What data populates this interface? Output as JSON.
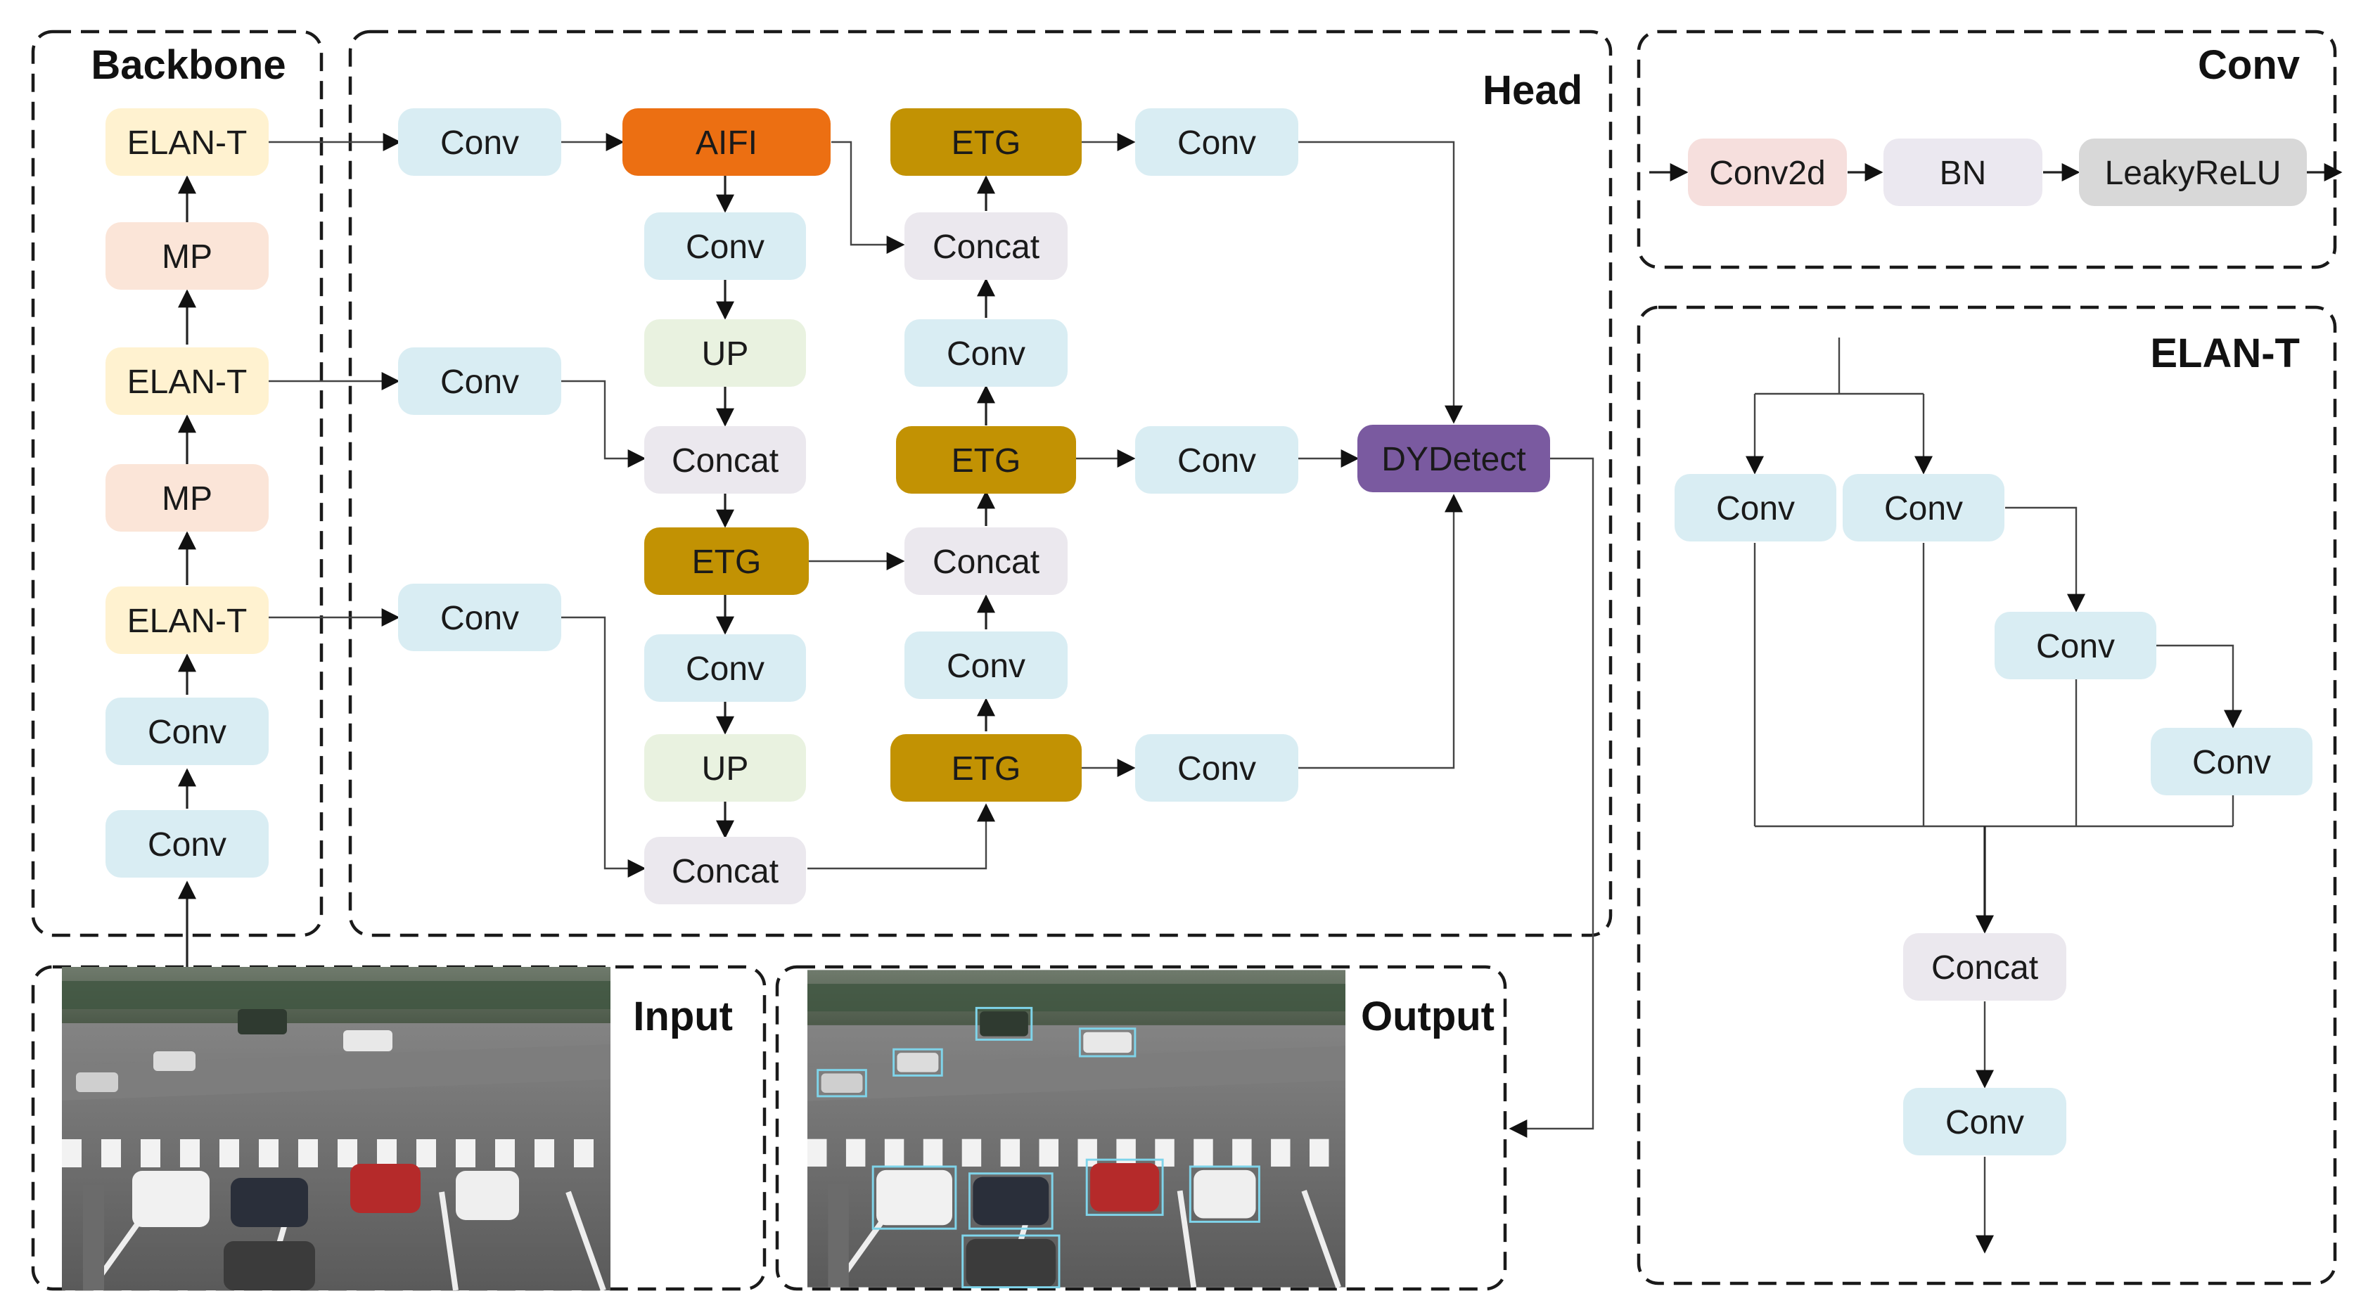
{
  "groups": {
    "backbone": "Backbone",
    "head": "Head",
    "conv": "Conv",
    "elant": "ELAN-T",
    "input": "Input",
    "output": "Output"
  },
  "colors": {
    "conv": "#d9edf3",
    "elan": "#fff2d0",
    "mp": "#fbe5d8",
    "up": "#e9f2e0",
    "concat": "#ebe8ee",
    "aifi": "#ec6f12",
    "etg": "#c29203",
    "dydetect": "#7a5aa0",
    "conv2d": "#f6dfdd",
    "bn": "#ebe8f0",
    "leakyrelu": "#d8d8d8"
  },
  "nodes": {
    "bb_elan3": "ELAN-T",
    "bb_mp2": "MP",
    "bb_elan2": "ELAN-T",
    "bb_mp1": "MP",
    "bb_elan1": "ELAN-T",
    "bb_conv2": "Conv",
    "bb_conv1": "Conv",
    "hd_conv_a": "Conv",
    "hd_conv_b": "Conv",
    "hd_conv_c": "Conv",
    "aifi": "AIFI",
    "c_conv1": "Conv",
    "c_up1": "UP",
    "c_concat1": "Concat",
    "c_etg": "ETG",
    "c_conv2": "Conv",
    "c_up2": "UP",
    "c_concat2": "Concat",
    "r_etg_top": "ETG",
    "r_concat_top": "Concat",
    "r_conv_top": "Conv",
    "r_etg_mid": "ETG",
    "r_concat_mid": "Concat",
    "r_conv_mid": "Conv",
    "r_etg_bot": "ETG",
    "o_conv_top": "Conv",
    "o_conv_mid": "Conv",
    "o_conv_bot": "Conv",
    "dydetect": "DYDetect",
    "legend_conv2d": "Conv2d",
    "legend_bn": "BN",
    "legend_leakyrelu": "LeakyReLU",
    "el_conv1": "Conv",
    "el_conv2": "Conv",
    "el_conv3": "Conv",
    "el_conv4": "Conv",
    "el_concat": "Concat",
    "el_conv_out": "Conv"
  }
}
